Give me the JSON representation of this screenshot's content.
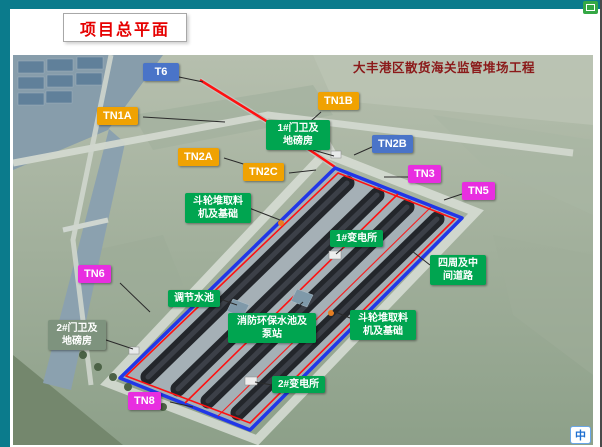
{
  "slide": {
    "header_title": "项目总平面",
    "diagram_title": "大丰港区散货海关监管堆场工程"
  },
  "icons": {
    "ime_text": "中"
  },
  "colors": {
    "chrome_teal": "#0b7b8c",
    "header_title_red": "#e60000",
    "diagram_title_red": "#8b1a1a",
    "label_orange": "#f0a202",
    "label_blue": "#4a74c8",
    "label_magenta": "#e82ee0",
    "label_green": "#00a550",
    "label_sage": "#7e937e",
    "route_line_red": "#ff1111",
    "yard_border_blue": "#2137e8"
  },
  "map_labels": [
    {
      "id": "t6",
      "text": "T6",
      "type": "blue"
    },
    {
      "id": "tn1a",
      "text": "TN1A",
      "type": "orange"
    },
    {
      "id": "tn1b",
      "text": "TN1B",
      "type": "orange"
    },
    {
      "id": "gatehouse-1",
      "text": "1#门卫及\n地磅房",
      "type": "green"
    },
    {
      "id": "tn2a",
      "text": "TN2A",
      "type": "orange"
    },
    {
      "id": "tn2b",
      "text": "TN2B",
      "type": "blue"
    },
    {
      "id": "tn2c",
      "text": "TN2C",
      "type": "orange"
    },
    {
      "id": "tn3",
      "text": "TN3",
      "type": "magenta"
    },
    {
      "id": "tn5",
      "text": "TN5",
      "type": "magenta"
    },
    {
      "id": "stacker-left",
      "text": "斗轮堆取料\n机及基础",
      "type": "green"
    },
    {
      "id": "substation-1",
      "text": "1#变电所",
      "type": "green"
    },
    {
      "id": "ring-roads",
      "text": "四周及中\n间道路",
      "type": "green"
    },
    {
      "id": "tn6",
      "text": "TN6",
      "type": "magenta"
    },
    {
      "id": "regulating-pool",
      "text": "调节水池",
      "type": "green"
    },
    {
      "id": "fire-pool",
      "text": "消防环保水池及\n泵站",
      "type": "green"
    },
    {
      "id": "stacker-right",
      "text": "斗轮堆取料\n机及基础",
      "type": "green"
    },
    {
      "id": "gatehouse-2",
      "text": "2#门卫及\n地磅房",
      "type": "sage"
    },
    {
      "id": "substation-2",
      "text": "2#变电所",
      "type": "green"
    },
    {
      "id": "tn8",
      "text": "TN8",
      "type": "magenta"
    }
  ]
}
